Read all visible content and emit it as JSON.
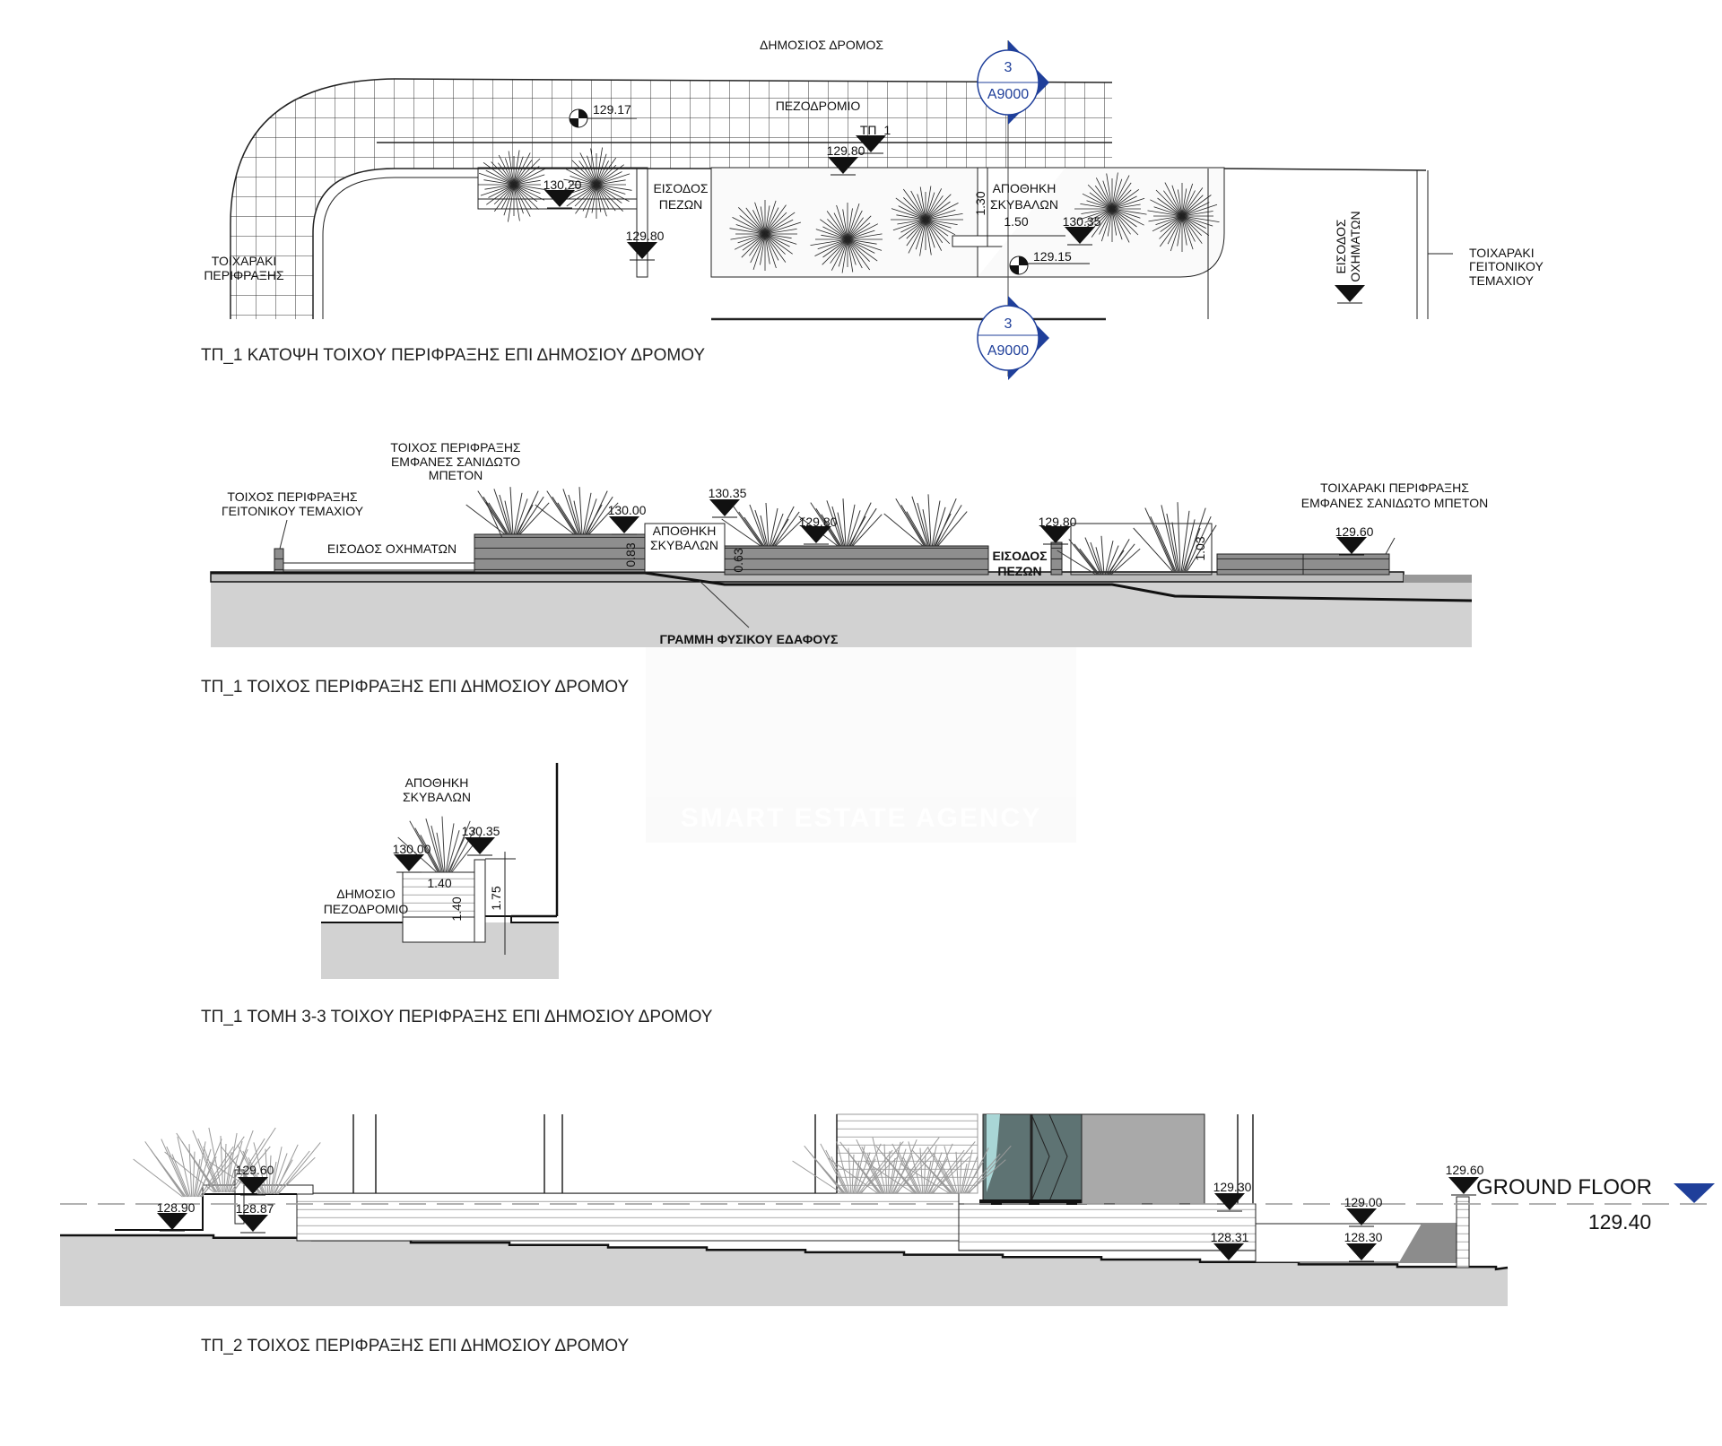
{
  "plan": {
    "road_label": "ΔΗΜΟΣΙΟΣ ΔΡΟΜΟΣ",
    "sidewalk_label": "ΠΕΖΟΔΡΟΜΙΟ",
    "section_tag": "ΤΠ_1",
    "pedestrian_entrance": [
      "ΕΙΣΟΔΟΣ",
      "ΠΕΖΩΝ"
    ],
    "bin_storage": [
      "ΑΠΟΘΗΚΗ",
      "ΣΚΥΒΑΛΩΝ"
    ],
    "dim_width": "1.50",
    "dim_depth": "1.30",
    "boundary_wall": [
      "ΤΟΙΧΑΡΑΚΙ",
      "ΠΕΡΙΦΡΑΞΗΣ"
    ],
    "vehicle_entrance": [
      "ΕΙΣΟΔΟΣ",
      "ΟΧΗΜΑΤΩΝ"
    ],
    "neighbor_wall": [
      "ΤΟΙΧΑΡΑΚΙ",
      "ΓΕΙΤΟΝΙΚΟΥ",
      "ΤΕΜΑΧΙΟΥ"
    ],
    "spot_levels": [
      "129.17",
      "129.15"
    ],
    "levels": [
      "129.80",
      "130.20",
      "129.80",
      "130.35"
    ],
    "section_marker": {
      "number": "3",
      "sheet": "A9000"
    },
    "title": "ΤΠ_1 ΚΑΤΟΨΗ ΤΟΙΧΟΥ ΠΕΡΙΦΡΑΞΗΣ ΕΠΙ ΔΗΜΟΣΙΟΥ ΔΡΟΜΟΥ"
  },
  "elevation1": {
    "wall_note": [
      "ΤΟΙΧΟΣ ΠΕΡΙΦΡΑΞΗΣ",
      "ΕΜΦΑΝΕΣ ΣΑΝΙΔΩΤΟ",
      "ΜΠΕΤΟΝ"
    ],
    "neighbor_wall": [
      "ΤΟΙΧΟΣ ΠΕΡΙΦΡΑΞΗΣ",
      "ΓΕΙΤΟΝΙΚΟΥ  ΤΕΜΑΧΙΟΥ"
    ],
    "vehicle_entrance": "ΕΙΣΟΔΟΣ ΟΧΗΜΑΤΩΝ",
    "bin_storage": [
      "ΑΠΟΘΗΚΗ",
      "ΣΚΥΒΑΛΩΝ"
    ],
    "pedestrian_entrance": [
      "ΕΙΣΟΔΟΣ",
      "ΠΕΖΩΝ"
    ],
    "low_wall_note": [
      "ΤΟΙΧΑΡΑΚΙ ΠΕΡΙΦΡΑΞΗΣ",
      "ΕΜΦΑΝΕΣ ΣΑΝΙΔΩΤΟ ΜΠΕΤΟΝ"
    ],
    "natural_ground": "ΓΡΑΜΜΗ ΦΥΣΙΚΟΥ ΕΔΑΦΟΥΣ",
    "dims": [
      "0.83",
      "0.63",
      "1.03"
    ],
    "levels": [
      "130.00",
      "130.35",
      "129.80",
      "129.80",
      "129.60"
    ],
    "title": "ΤΠ_1 ΤΟΙΧΟΣ ΠΕΡΙΦΡΑΞΗΣ ΕΠΙ ΔΗΜΟΣΙΟΥ ΔΡΟΜΟΥ"
  },
  "section33": {
    "bin_storage": [
      "ΑΠΟΘΗΚΗ",
      "ΣΚΥΒΑΛΩΝ"
    ],
    "public_sidewalk": [
      "ΔΗΜΟΣΙΟ",
      "ΠΕΖΟΔΡΟΜΙΟ"
    ],
    "dims": [
      "1.40",
      "1.40",
      "1.75"
    ],
    "levels": [
      "130.00",
      "130.35"
    ],
    "title": "ΤΠ_1 ΤΟΜΗ 3-3 ΤΟΙΧΟΥ ΠΕΡΙΦΡΑΞΗΣ ΕΠΙ ΔΗΜΟΣΙΟΥ ΔΡΟΜΟΥ"
  },
  "elevation2": {
    "levels": [
      "128.90",
      "129.60",
      "128.87",
      "129.30",
      "128.31",
      "129.00",
      "128.30",
      "129.60"
    ],
    "ground_floor": {
      "label": "GROUND FLOOR",
      "value": "129.40"
    },
    "title": "ΤΠ_2 ΤΟΙΧΟΣ ΠΕΡΙΦΡΑΞΗΣ ΕΠΙ ΔΗΜΟΣΙΟΥ ΔΡΟΜΟΥ"
  },
  "watermark": "SMART ESTATE AGENCY",
  "colors": {
    "marker_blue": "#1f3f9a",
    "ground_gray": "#d2d2d2",
    "wall_gray": "#8c8c8c",
    "glass": "#5e7373"
  }
}
